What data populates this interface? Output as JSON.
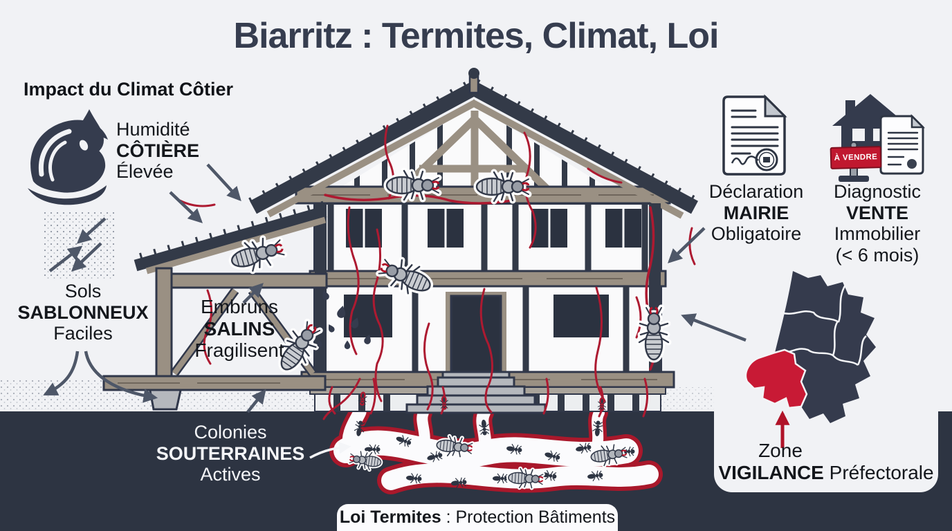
{
  "title": "Biarritz : Termites, Climat, Loi",
  "climat": {
    "heading": "Impact du Climat Côtier",
    "humidite": {
      "l1": "Humidité",
      "l2": "CÔTIÈRE",
      "l3": "Élevée"
    },
    "sols": {
      "l1": "Sols",
      "l2": "SABLONNEUX",
      "l3": "Faciles"
    },
    "embruns": {
      "l1": "Embruns",
      "l2": "SALINS",
      "l3": "Fragilisent"
    },
    "colonies": {
      "l1": "Colonies",
      "l2": "SOUTERRAINES",
      "l3": "Actives"
    }
  },
  "loi": {
    "declaration": {
      "l1": "Déclaration",
      "l2": "MAIRIE",
      "l3": "Obligatoire"
    },
    "diagnostic": {
      "l1": "Diagnostic",
      "l2": "VENTE",
      "l3": "Immobilier",
      "l4": "(< 6 mois)"
    },
    "zone": {
      "l1": "Zone",
      "l2_bold": "VIGILANCE",
      "l2_rest": " Préfectorale"
    },
    "sale_sign": "À VENDRE"
  },
  "footer": {
    "bold": "Loi Termites",
    "rest": " : Protection Bâtiments"
  },
  "icons": {
    "wave": "wave-and-drop-icon",
    "sand": "sand-pressure-arrows-icon",
    "document": "signed-document-seal-icon",
    "house_sale": "house-for-sale-diagnostic-icon",
    "map": "aquitaine-region-map"
  },
  "colors": {
    "accent_red": "#ad1a31",
    "sign_red": "#c0182f",
    "map_red": "#c81a35",
    "slate": "#353c4e",
    "underground": "#2d3442",
    "timber_tan": "#9a9083"
  }
}
